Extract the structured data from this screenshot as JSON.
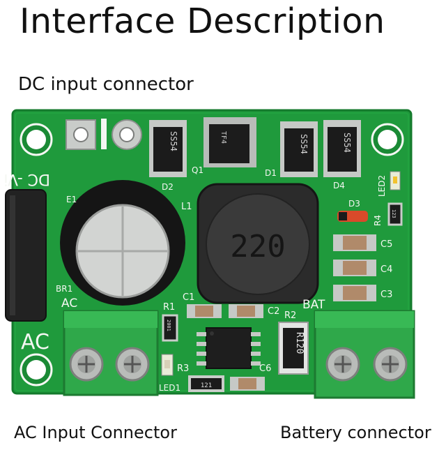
{
  "page": {
    "title": "Interface Description",
    "labels": {
      "dc_input": "DC input connector",
      "ac_input": "AC Input Connector",
      "battery": "Battery connector"
    }
  },
  "board": {
    "silkscreen": {
      "dc_pins": "DC -Vi +Vi",
      "e1": "E1",
      "q1": "Q1",
      "d1": "D1",
      "d2": "D2",
      "d3": "D3",
      "d4": "D4",
      "l1": "L1",
      "led2": "LED2",
      "r4": "R4",
      "c5": "C5",
      "c4": "C4",
      "c3": "C3",
      "br1": "BR1",
      "ac_small": "AC",
      "c1": "C1",
      "r1": "R1",
      "c2": "C2",
      "r2": "R2",
      "bat": "BAT",
      "ac_big": "AC",
      "r3": "R3",
      "c6": "C6",
      "led1": "LED1"
    },
    "components": {
      "diode_marking": "SS54",
      "inductor_marking": "220",
      "resistor_r2_marking": "R120",
      "small_resistor_marking": "121",
      "r1_marking": "2001",
      "r4_marking": "123",
      "mosfet_marking": "TF4"
    },
    "colors": {
      "pcb": "#1f9a3c",
      "pcb_dark": "#14782b",
      "terminal": "#2fa84a",
      "silkscreen": "#f4f7f2"
    }
  }
}
